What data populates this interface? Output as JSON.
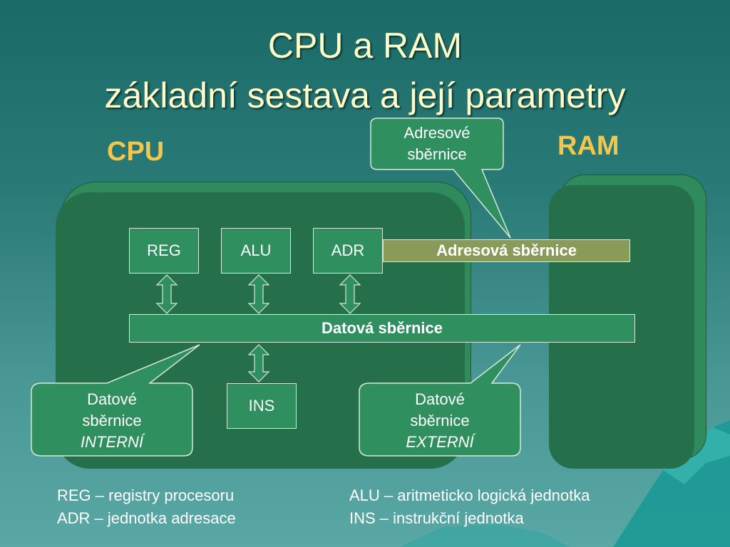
{
  "title": {
    "line1": "CPU a RAM",
    "line2": "základní sestava a její parametry"
  },
  "labels": {
    "cpu": "CPU",
    "ram": "RAM"
  },
  "units": {
    "reg": "REG",
    "alu": "ALU",
    "adr": "ADR",
    "ins": "INS"
  },
  "buses": {
    "address": "Adresová sběrnice",
    "data": "Datová sběrnice"
  },
  "callouts": {
    "address": {
      "line1": "Adresové",
      "line2": "sběrnice"
    },
    "internal": {
      "line1": "Datové",
      "line2": "sběrnice",
      "line3": "INTERNÍ"
    },
    "external": {
      "line1": "Datové",
      "line2": "sběrnice",
      "line3": "EXTERNÍ"
    }
  },
  "legend": [
    "REG – registry procesoru",
    "ADR – jednotka adresace",
    "ALU – aritmeticko logická jednotka",
    "INS – instrukční jednotka"
  ],
  "colors": {
    "title": "#fffcc8",
    "section_label": "#f3c74e",
    "box": "#256f4b",
    "unit": "#2f8f5e",
    "address_bus": "#8a9a58",
    "callout": "#2f8f5e"
  }
}
